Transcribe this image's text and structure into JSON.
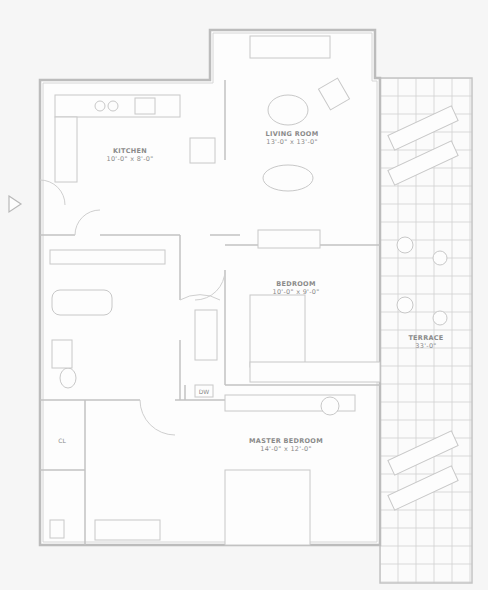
{
  "diagram": {
    "nodes": [
      {
        "text": [
          "KITCHEN",
          "10'-0\" x 8'-0\""
        ]
      },
      {
        "text": [
          "LIVING ROOM",
          "13'-0\" x 13'-0\""
        ]
      },
      {
        "text": [
          "BEDROOM",
          "10'-0\" x 9'-0\""
        ]
      },
      {
        "text": [
          "MASTER BEDROOM",
          "14'-0\" x 12'-0\""
        ]
      },
      {
        "text": [
          "TERRACE",
          "33'-0\""
        ]
      }
    ],
    "labels": [
      "DW",
      "CL"
    ]
  }
}
